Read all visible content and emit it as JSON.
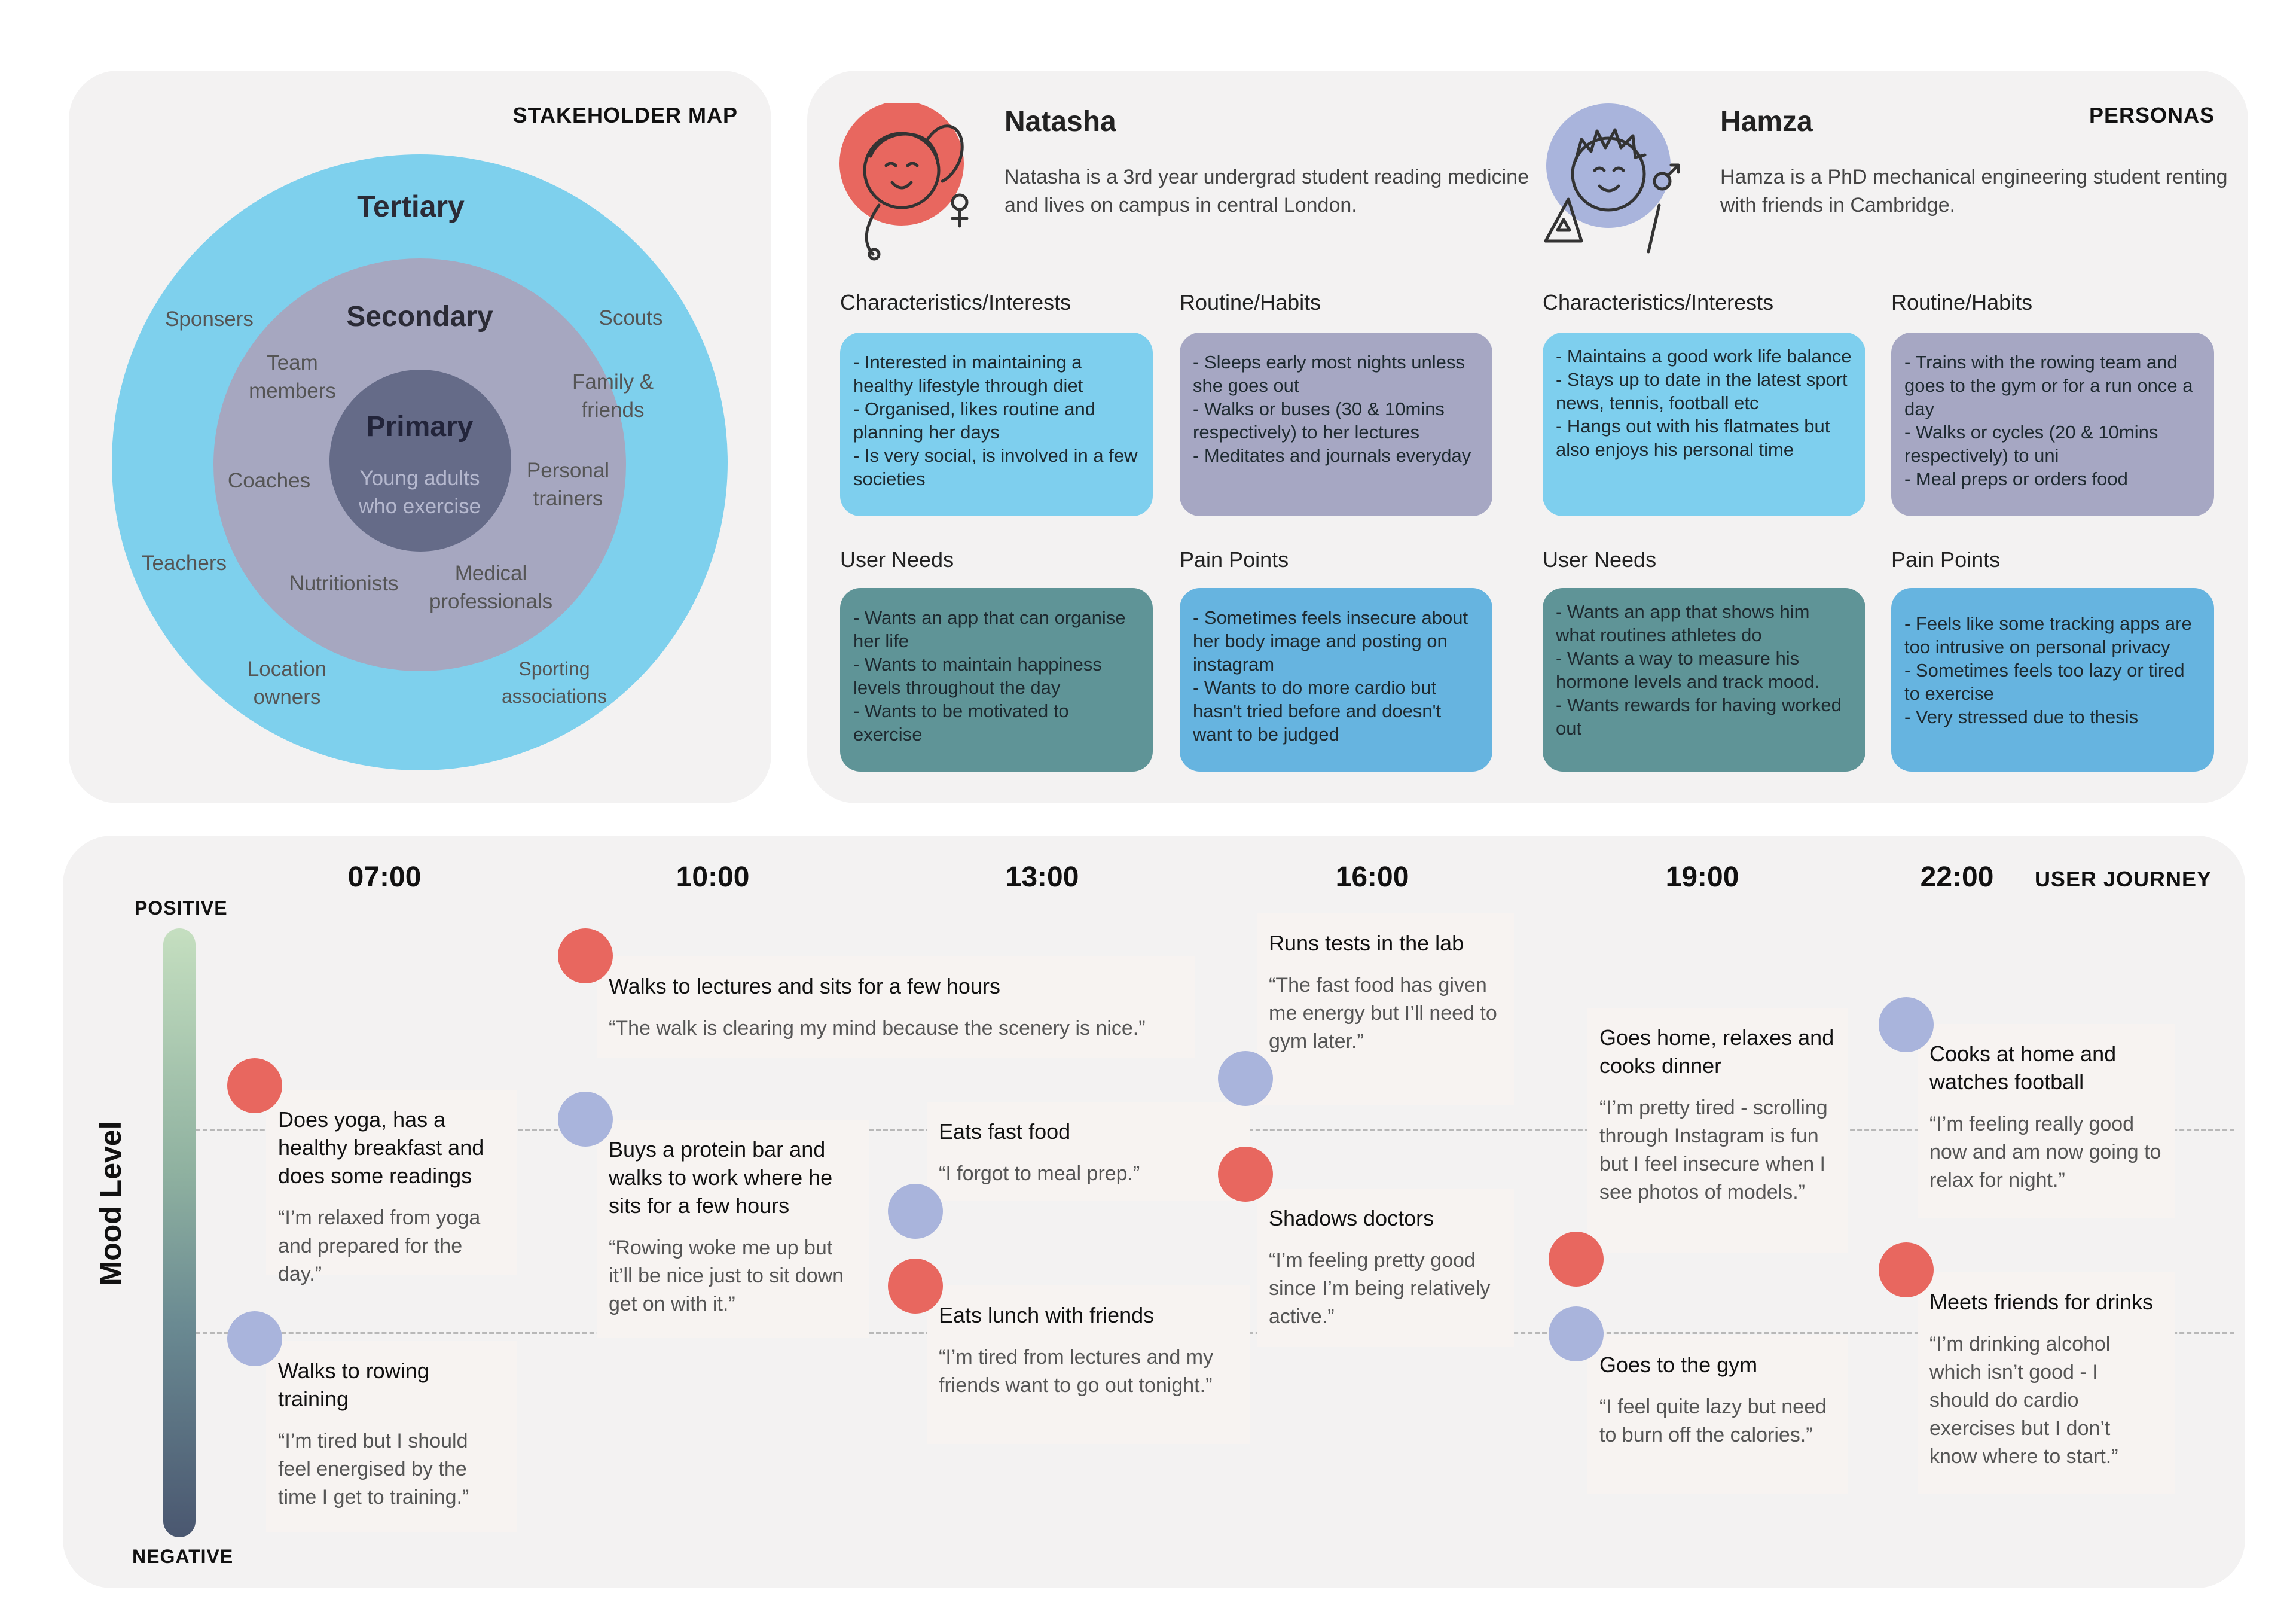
{
  "colors": {
    "tertiary": "#7ed0ed",
    "secondary": "#a6a7c0",
    "primary": "#656b88",
    "light_blue_card": "#7ecfee",
    "grey_card": "#a6a7c3",
    "teal_card": "#5f9497",
    "blue_card": "#66b4e0",
    "red_dot": "#e8675f",
    "blue_dot": "#a9b4dc"
  },
  "stakeholder_map": {
    "header": "STAKEHOLDER  MAP",
    "tertiary": {
      "title": "Tertiary",
      "labels": [
        "Sponsers",
        "Scouts",
        "Teachers",
        "Location owners",
        "Sporting associations"
      ]
    },
    "secondary": {
      "title": "Secondary",
      "labels": [
        "Team members",
        "Family & friends",
        "Coaches",
        "Personal trainers",
        "Nutritionists",
        "Medical professionals"
      ]
    },
    "primary": {
      "title": "Primary",
      "labels": [
        "Young adults who exercise"
      ]
    }
  },
  "personas": {
    "header": "PERSONAS",
    "natasha": {
      "name": "Natasha",
      "icon": "female-avatar-icon",
      "description": "Natasha is a 3rd year undergrad student reading medicine and lives on campus in central London.",
      "sections": [
        {
          "label": "Characteristics/Interests",
          "lines": [
            "- Interested in maintaining a healthy lifestyle through diet",
            "- Organised, likes routine and planning her days",
            "- Is very social, is involved in a few societies"
          ]
        },
        {
          "label": "Routine/Habits",
          "lines": [
            "- Sleeps early most nights unless she goes out",
            "- Walks or buses (30 & 10mins respectively) to her lectures",
            "- Meditates and journals everyday"
          ]
        },
        {
          "label": "User Needs",
          "lines": [
            "- Wants an app that can organise her life",
            "- Wants to maintain happiness levels throughout the day",
            "- Wants to be motivated to exercise"
          ]
        },
        {
          "label": "Pain Points",
          "lines": [
            "- Sometimes feels insecure about her body image and posting on instagram",
            "- Wants to do more cardio but hasn't tried before and doesn't want to be judged"
          ]
        }
      ]
    },
    "hamza": {
      "name": "Hamza",
      "icon": "male-avatar-icon",
      "description": "Hamza is a PhD mechanical engineering student renting with friends in Cambridge.",
      "sections": [
        {
          "label": "Characteristics/Interests",
          "lines": [
            "- Maintains a good work life balance",
            "- Stays up to date in the latest sport news, tennis, football etc",
            "- Hangs out with his flatmates but also enjoys his personal time"
          ]
        },
        {
          "label": "Routine/Habits",
          "lines": [
            "- Trains with the rowing team and goes to the gym or for a run once a day",
            "- Walks or cycles (20 & 10mins respectively) to uni",
            "- Meal preps or orders food"
          ]
        },
        {
          "label": "User Needs",
          "lines": [
            "- Wants an app that shows him what routines athletes do",
            "- Wants a way to measure his hormone levels and track mood.",
            "- Wants rewards for having worked out"
          ]
        },
        {
          "label": "Pain Points",
          "lines": [
            "- Feels like some tracking apps are too intrusive on personal privacy",
            "- Sometimes feels too lazy or tired to exercise",
            "- Very stressed due to thesis"
          ]
        }
      ]
    }
  },
  "journey": {
    "header": "USER JOURNEY",
    "axis_label": "Mood Level",
    "positive_label": "POSITIVE",
    "negative_label": "NEGATIVE",
    "times": [
      "07:00",
      "10:00",
      "13:00",
      "16:00",
      "19:00",
      "22:00"
    ],
    "events": [
      {
        "persona": "natasha",
        "title": "Does yoga, has a healthy breakfast and does some readings",
        "quote": "“I’m relaxed from yoga and prepared for the day.”"
      },
      {
        "persona": "hamza",
        "title": "Walks to rowing training",
        "quote": "“I’m tired but I should feel energised by the time I get to training.”"
      },
      {
        "persona": "natasha",
        "title": "Walks to lectures and sits for a few hours",
        "quote": "“The walk is clearing my mind because the scenery is nice.”"
      },
      {
        "persona": "hamza",
        "title": "Buys a protein bar and walks to work where he sits for a few hours",
        "quote": "“Rowing woke me up but it’ll be nice just to sit down get on with it.”"
      },
      {
        "persona": "hamza",
        "title": "Eats fast food",
        "quote": "“I forgot to meal prep.”"
      },
      {
        "persona": "natasha",
        "title": "Eats lunch with friends",
        "quote": "“I’m tired from lectures and my friends want to go out tonight.”"
      },
      {
        "persona": "hamza",
        "title": "Runs tests in the lab",
        "quote": "“The fast food has given me energy but I’ll need to gym later.”"
      },
      {
        "persona": "natasha",
        "title": "Shadows doctors",
        "quote": "“I’m feeling pretty good since I’m being relatively active.”"
      },
      {
        "persona": "natasha",
        "title": "Goes home, relaxes and cooks dinner",
        "quote": "“I’m pretty tired - scrolling through Instagram is fun but I feel insecure when I see photos of models.”"
      },
      {
        "persona": "hamza",
        "title": "Goes to the gym",
        "quote": "“I feel quite lazy but need to burn off the calories.”"
      },
      {
        "persona": "hamza",
        "title": "Cooks at home and watches football",
        "quote": "“I’m feeling really good now and am now going to relax for night.”"
      },
      {
        "persona": "natasha",
        "title": "Meets friends for drinks",
        "quote": "“I’m drinking alcohol which isn’t good - I should do cardio exercises but I don’t know where to start.”"
      }
    ]
  }
}
